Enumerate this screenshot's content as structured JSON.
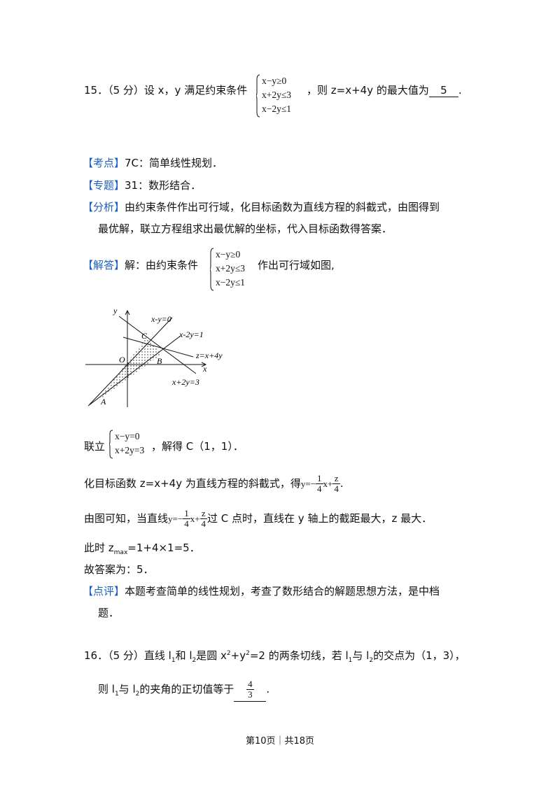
{
  "q15": {
    "number": "15．",
    "score": "（5 分）设 x，y 满足约束条件",
    "constraints": [
      "x−y≥0",
      "x+2y≤3",
      "x−2y≤1"
    ],
    "tail": "，则 z=x+4y 的最大值为",
    "answer": "5",
    "end": "."
  },
  "analysis": {
    "kaodian_tag": "【考点】",
    "kaodian_text": "7C：简单线性规划．",
    "zhuanti_tag": "【专题】",
    "zhuanti_text": "31：数形结合．",
    "fenxi_tag": "【分析】",
    "fenxi_line1": "由约束条件作出可行域，化目标函数为直线方程的斜截式，由图得到",
    "fenxi_line2": "最优解，联立方程组求出最优解的坐标，代入目标函数得答案．",
    "jieda_tag": "【解答】",
    "jieda_text": "解：由约束条件",
    "jieda_after": "作出可行域如图,",
    "jieda_constraints": [
      "x−y≥0",
      "x+2y≤3",
      "x−2y≤1"
    ]
  },
  "diagram": {
    "y_axis": "y",
    "x_axis": "x",
    "line1": "x-y=0",
    "line2": "x-2y=1",
    "line3": "z=x+4y",
    "line4": "x+2y=3",
    "point_c": "C",
    "point_o": "O",
    "point_b": "B",
    "point_a": "A"
  },
  "solution": {
    "lianli_prefix": "联立",
    "lianli_system": [
      "x−y=0",
      "x+2y=3"
    ],
    "lianli_result": "，解得 C（1，1）．",
    "line2_prefix": "化目标函数 z=x+4y 为直线方程的斜截式，得",
    "line2_y": "y=−",
    "frac1_num": "1",
    "frac1_den": "4",
    "line2_x": "x+",
    "frac2_num": "z",
    "frac2_den": "4",
    "line2_end": ".",
    "line3_prefix": "由图可知，当直线",
    "line3_y": "y=−",
    "line3_x": "x+",
    "line3_suffix": "过 C 点时，直线在 y 轴上的截距最大，z 最大．",
    "line4_prefix": "此时 z",
    "line4_sub": "max",
    "line4_rest": "=1+4×1=5．",
    "line5": "故答案为：5．",
    "dianping_tag": "【点评】",
    "dianping_line1": "本题考查简单的线性规划，考查了数形结合的解题思想方法，是中档",
    "dianping_line2": "题．"
  },
  "q16": {
    "number": "16．",
    "line1_a": "（5 分）直线 l",
    "sub1": "1",
    "line1_b": "和 l",
    "sub2": "2",
    "line1_c": "是圆 x",
    "sup1": "2",
    "line1_d": "+y",
    "sup2": "2",
    "line1_e": "=2 的两条切线，若 l",
    "sub3": "1",
    "line1_f": "与 l",
    "sub4": "2",
    "line1_g": "的交点为（1，3），",
    "line2_a": "则 l",
    "sub5": "1",
    "line2_b": "与 l",
    "sub6": "2",
    "line2_c": "的夹角的正切值等于",
    "ans_num": "4",
    "ans_den": "3",
    "end": "."
  },
  "footer": {
    "text": "第10页｜共18页"
  }
}
